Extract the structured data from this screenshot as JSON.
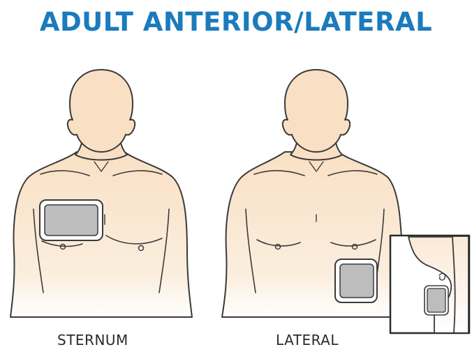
{
  "title": "ADULT ANTERIOR/LATERAL",
  "labels": {
    "sternum": "STERNUM",
    "lateral": "LATERAL"
  },
  "colors": {
    "title": "#1b7bbd",
    "skin": "#f9e2c8",
    "pad": "#bdbdbd",
    "outline": "#3a3a3a"
  }
}
